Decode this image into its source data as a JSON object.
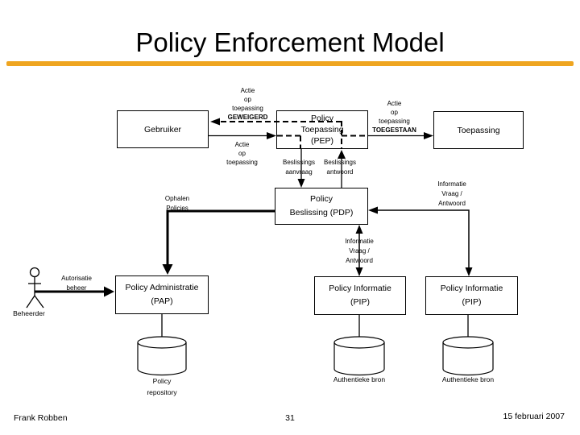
{
  "slide": {
    "title": "Policy Enforcement Model",
    "accent_color": "#EFA520",
    "footer": {
      "author": "Frank Robben",
      "slide_number": "31",
      "date": "15 februari 2007"
    }
  },
  "nodes": {
    "gebruiker": {
      "label": "Gebruiker"
    },
    "policy_toepassing_pep": {
      "lines": [
        "Policy",
        "Toepassing",
        "(PEP)"
      ]
    },
    "toepassing": {
      "label": "Toepassing"
    },
    "policy_beslissing_pdp": {
      "lines": [
        "Policy",
        "Beslissing (PDP)"
      ]
    },
    "policy_administratie_pap": {
      "lines": [
        "Policy Administratie",
        "(PAP)"
      ]
    },
    "policy_informatie_pip_1": {
      "lines": [
        "Policy Informatie",
        "(PIP)"
      ]
    },
    "policy_informatie_pip_2": {
      "lines": [
        "Policy Informatie",
        "(PIP)"
      ]
    }
  },
  "actor": {
    "beheerder_label": "Beheerder"
  },
  "datastores": {
    "policy_repository": {
      "lines": [
        "Policy",
        "repository"
      ]
    },
    "authentieke_bron_1": {
      "label": "Authentieke bron"
    },
    "authentieke_bron_2": {
      "label": "Authentieke bron"
    }
  },
  "edge_labels": {
    "actie_geweigerd": {
      "lines": [
        "Actie",
        "op",
        "toepassing",
        "GEWEIGERD"
      ]
    },
    "actie_op_toepassing": {
      "lines": [
        "Actie",
        "op",
        "toepassing"
      ]
    },
    "actie_toegestaan": {
      "lines": [
        "Actie",
        "op",
        "toepassing",
        "TOEGESTAAN"
      ]
    },
    "beslissings_aanvraag": {
      "lines": [
        "Beslissings",
        "aanvraag"
      ]
    },
    "beslissings_antwoord": {
      "lines": [
        "Beslissings",
        "antwoord"
      ]
    },
    "ophalen_policies": {
      "lines": [
        "Ophalen",
        "Policies"
      ]
    },
    "informatie_vraag_antwoord_midden": {
      "lines": [
        "Informatie",
        "Vraag /",
        "Antwoord"
      ]
    },
    "informatie_vraag_antwoord_rechts": {
      "lines": [
        "Informatie",
        "Vraag /",
        "Antwoord"
      ]
    },
    "autorisatie_beheer": {
      "lines": [
        "Autorisatie",
        "beheer"
      ]
    }
  }
}
